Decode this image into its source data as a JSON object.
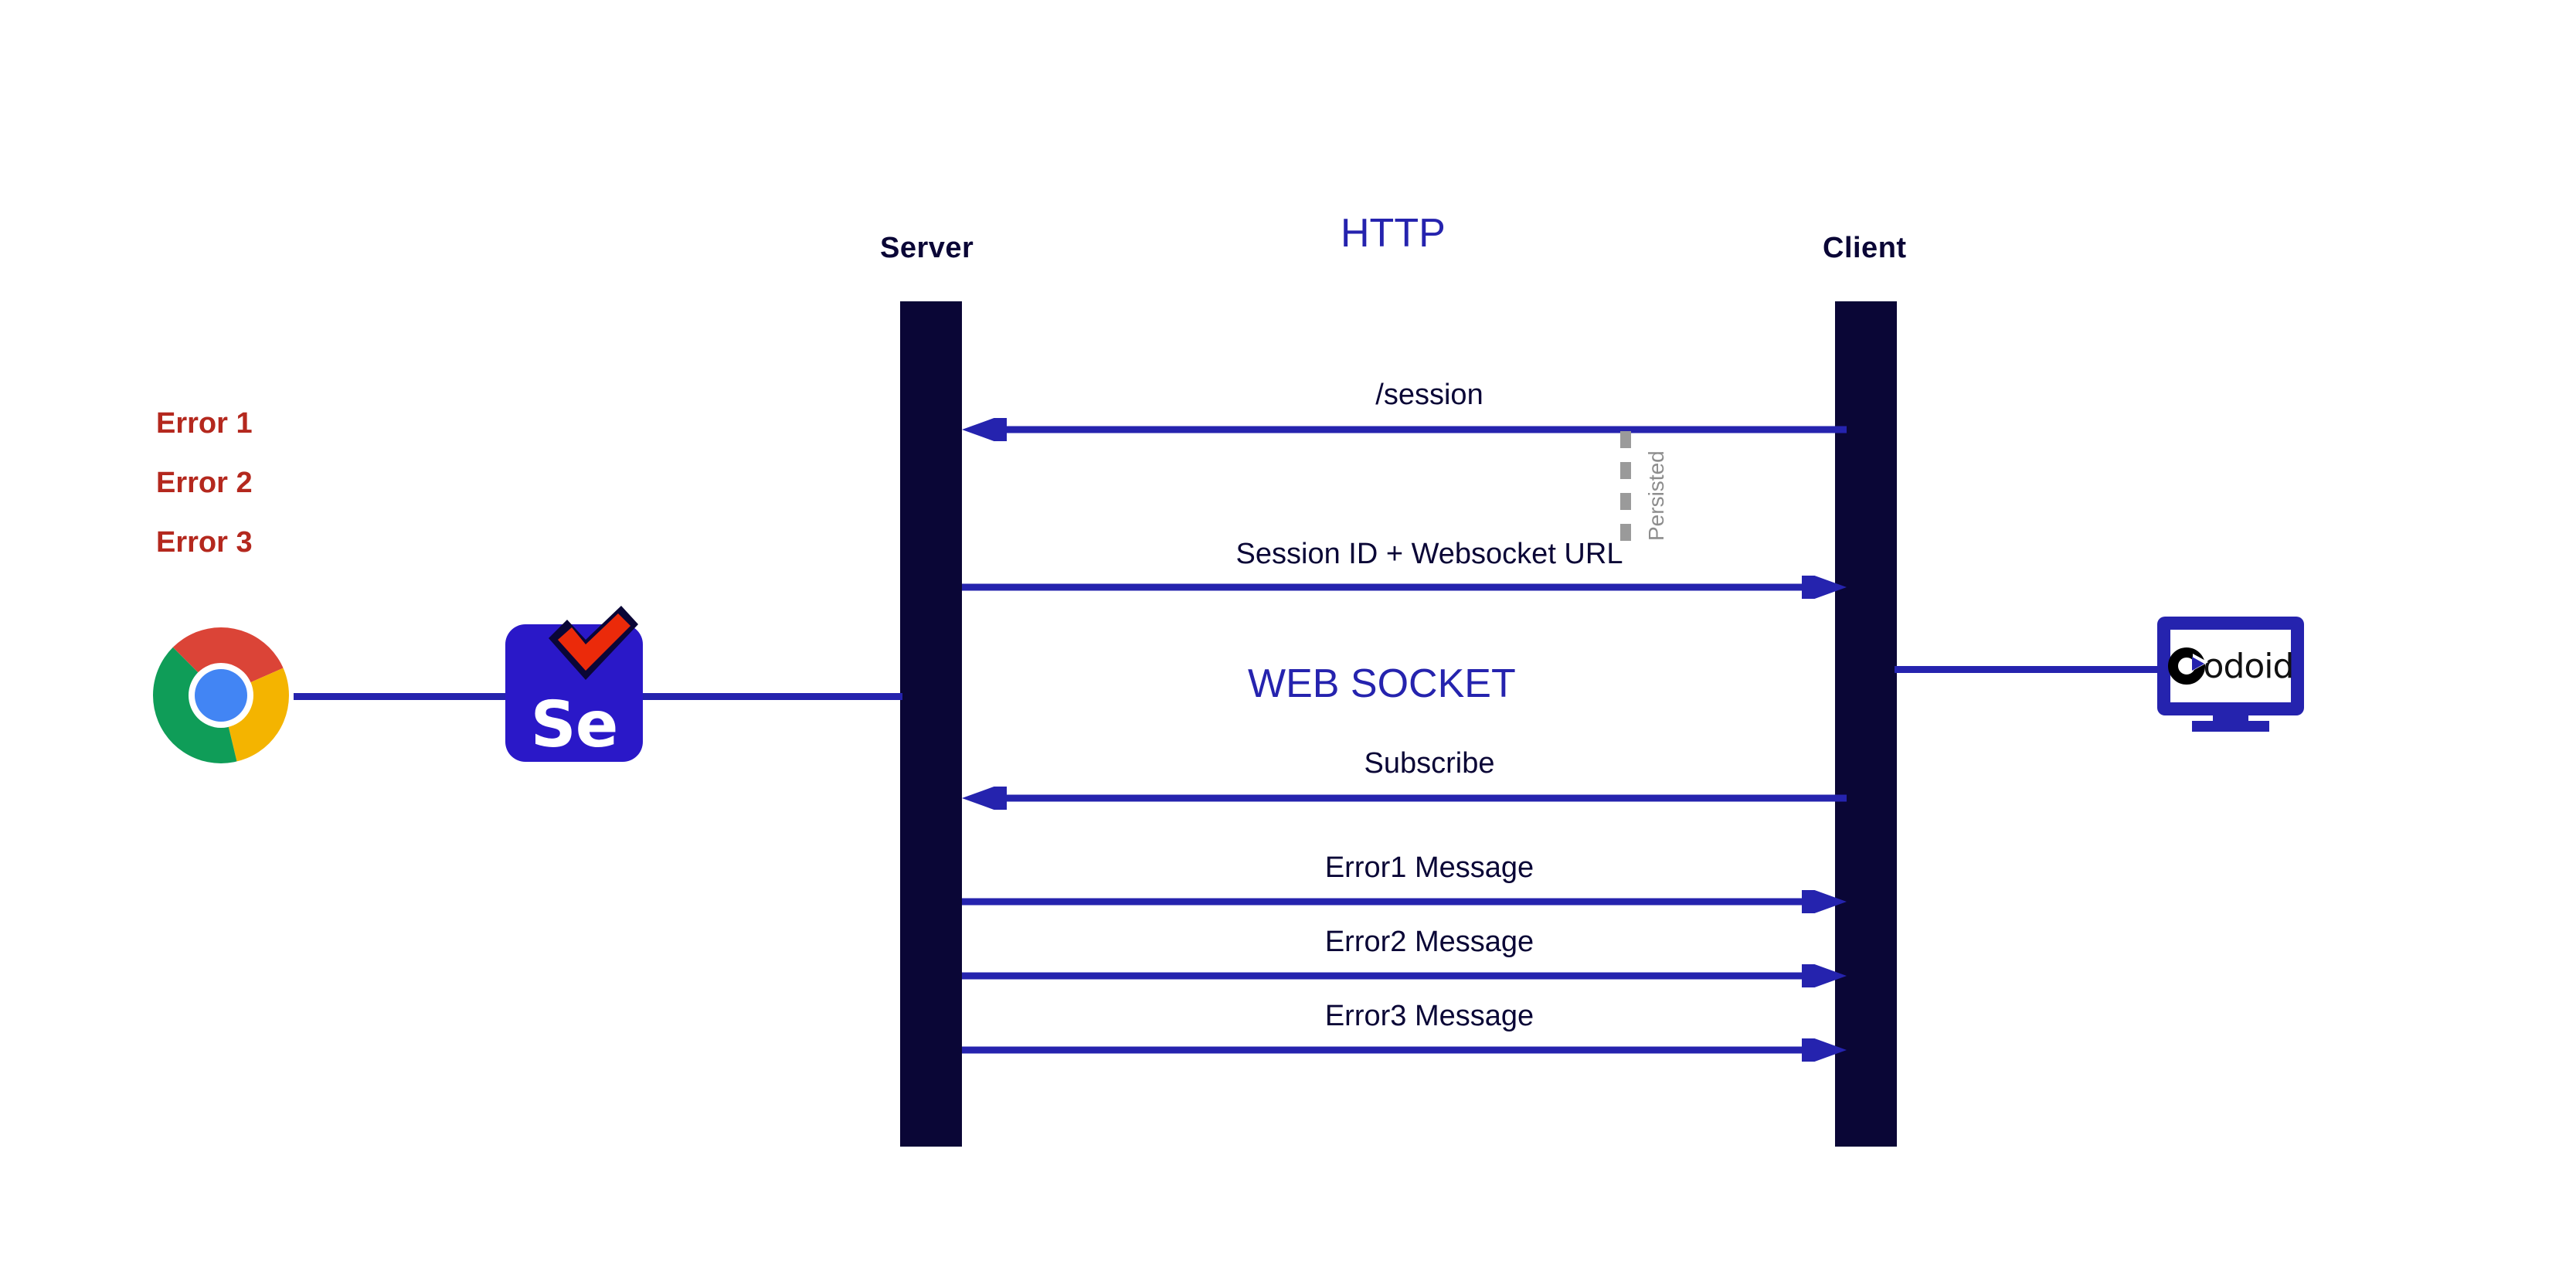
{
  "diagram": {
    "participants": [
      {
        "name": "server",
        "label": "Server"
      },
      {
        "name": "client",
        "label": "Client"
      }
    ],
    "sections": [
      {
        "name": "http",
        "title": "HTTP"
      },
      {
        "name": "websocket",
        "title": "WEB SOCKET"
      }
    ],
    "messages": [
      {
        "label": "/session",
        "direction": "client-to-server",
        "section": "http"
      },
      {
        "label": "Session ID + Websocket URL",
        "direction": "server-to-client",
        "section": "http"
      },
      {
        "label": "Subscribe",
        "direction": "client-to-server",
        "section": "websocket"
      },
      {
        "label": "Error1 Message",
        "direction": "server-to-client",
        "section": "websocket"
      },
      {
        "label": "Error2 Message",
        "direction": "server-to-client",
        "section": "websocket"
      },
      {
        "label": "Error3 Message",
        "direction": "server-to-client",
        "section": "websocket"
      }
    ],
    "annotations": [
      {
        "name": "persisted",
        "label": "Persisted"
      }
    ],
    "errors": [
      {
        "label": "Error 1"
      },
      {
        "label": "Error 2"
      },
      {
        "label": "Error 3"
      }
    ],
    "logos": {
      "browser": "chrome-logo",
      "automation": "selenium-logo",
      "automation_text": "Se",
      "brand": "codoid-logo",
      "brand_text": "odoid"
    },
    "colors": {
      "lifeline": "#0A0636",
      "accent_blue": "#2523AE",
      "error_red": "#B4281E",
      "persist_gray": "#9a9a9a"
    }
  }
}
